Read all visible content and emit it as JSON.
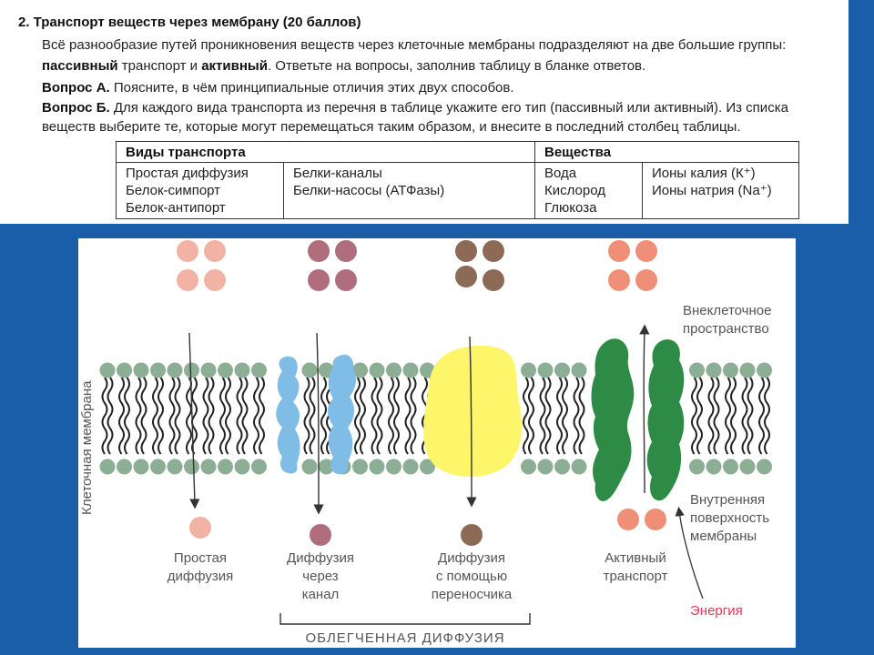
{
  "task": {
    "title": "2. Транспорт веществ через мембрану (20 баллов)",
    "intro_line1": "Всё разнообразие путей проникновения веществ через клеточные мембраны подразделяют на две большие группы:",
    "intro_passive": "пассивный",
    "intro_mid": "транспорт и",
    "intro_active": "активный",
    "intro_end": ". Ответьте на вопросы, заполнив таблицу в бланке ответов.",
    "qa_label": "Вопрос А.",
    "qa_text": "Поясните, в чём принципиальные отличия этих двух способов.",
    "qb_label": "Вопрос Б.",
    "qb_text": "Для каждого вида транспорта из перечня в таблице укажите его тип (пассивный или активный). Из списка",
    "qb_text2": "веществ выберите те, которые могут перемещаться таким образом, и внесите в последний столбец таблицы."
  },
  "table": {
    "header_types": "Виды транспорта",
    "header_substances": "Вещества",
    "types_col1": [
      "Простая диффузия",
      "Белок-симпорт",
      "Белок-антипорт"
    ],
    "types_col2": [
      "Белки-каналы",
      "Белки-насосы (АТФазы)"
    ],
    "subs_col1": [
      "Вода",
      "Кислород",
      "Глюкоза"
    ],
    "subs_col2": [
      "Ионы калия (К⁺)",
      "Ионы натрия (Na⁺)"
    ]
  },
  "diagram": {
    "membrane_label": "Клеточная мембрана",
    "extracellular_1": "Внеклеточное",
    "extracellular_2": "пространство",
    "inner_1": "Внутренняя",
    "inner_2": "поверхность",
    "inner_3": "мембраны",
    "simple_1": "Простая",
    "simple_2": "диффузия",
    "channel_1": "Диффузия",
    "channel_2": "через",
    "channel_3": "канал",
    "carrier_1": "Диффузия",
    "carrier_2": "с помощью",
    "carrier_3": "переносчика",
    "active_1": "Активный",
    "active_2": "транспорт",
    "energy": "Энергия",
    "facilitated": "ОБЛЕГЧЕННАЯ ДИФФУЗИЯ",
    "colors": {
      "simple": "#f2b3a4",
      "channel": "#b06e7c",
      "carrier": "#8c6a55",
      "active": "#ef8f78",
      "channel_protein": "#7fbde6",
      "carrier_protein": "#fdf56a",
      "pump_protein": "#2e8b46",
      "head": "#8cae94",
      "energy": "#e03a55"
    }
  }
}
